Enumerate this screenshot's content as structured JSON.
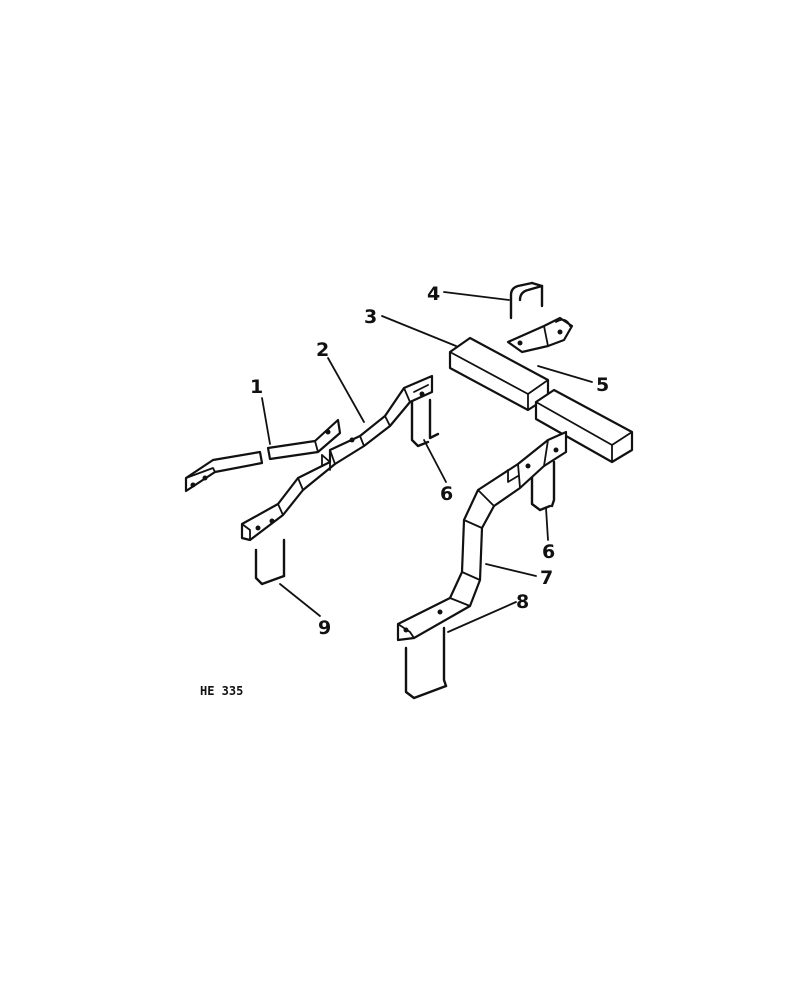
{
  "figure_code": "HE 335",
  "callouts": {
    "c1": "1",
    "c2": "2",
    "c3": "3",
    "c4": "4",
    "c5": "5",
    "c6a": "6",
    "c6b": "6",
    "c7": "7",
    "c8": "8",
    "c9": "9"
  },
  "colors": {
    "ink": "#111111",
    "paper": "#ffffff"
  }
}
